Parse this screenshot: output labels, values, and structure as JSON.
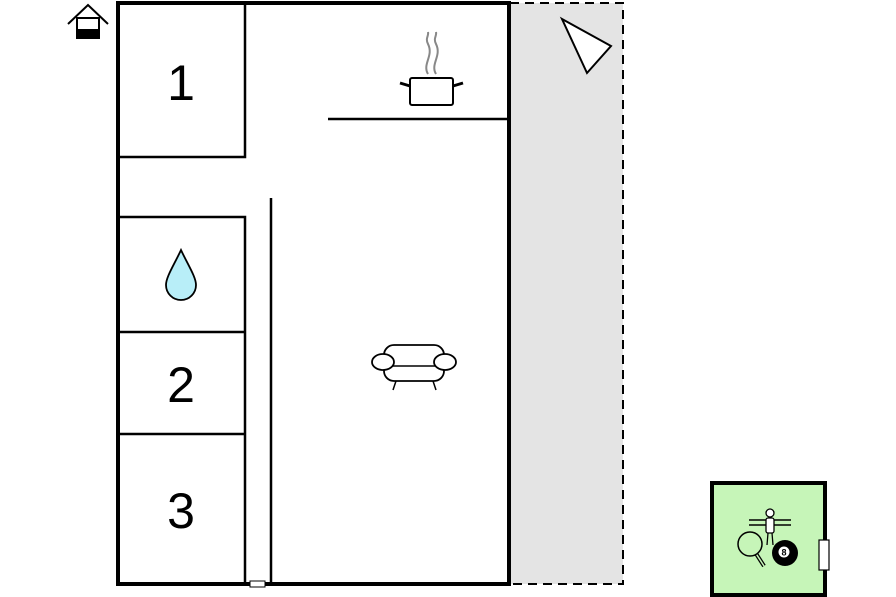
{
  "floorplan": {
    "rooms": [
      {
        "id": "bedroom-1",
        "label": "1"
      },
      {
        "id": "bedroom-2",
        "label": "2"
      },
      {
        "id": "bedroom-3",
        "label": "3"
      }
    ],
    "icons": {
      "entrance": "house-entrance-icon",
      "north": "north-arrow-icon",
      "kitchen": "cooking-pot-icon",
      "bathroom": "water-drop-icon",
      "living": "sofa-icon",
      "games": [
        "table-football-icon",
        "table-tennis-icon",
        "billiard-ball-icon"
      ]
    },
    "billiard_ball_number": "8",
    "colors": {
      "walls": "#000000",
      "terrace": "#e4e4e4",
      "water_drop": "#b8eef8",
      "game_room": "#c6f5b8"
    }
  }
}
